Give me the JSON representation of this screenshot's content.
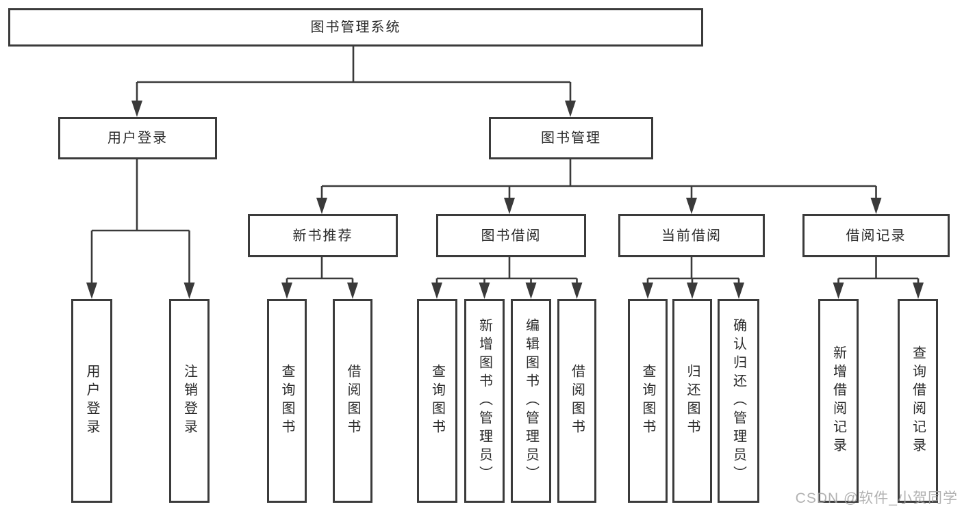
{
  "colors": {
    "line": "#3a3a3a",
    "box_border": "#3b3b3b",
    "text": "#2b2b2b",
    "background": "#ffffff",
    "watermark": "#a5a5a5"
  },
  "tree": {
    "root": "图书管理系统",
    "branches": [
      {
        "label": "用户登录",
        "children": [
          {
            "label": "用户登录"
          },
          {
            "label": "注销登录"
          }
        ]
      },
      {
        "label": "图书管理",
        "children": [
          {
            "label": "新书推荐",
            "children": [
              {
                "label": "查询图书"
              },
              {
                "label": "借阅图书"
              }
            ]
          },
          {
            "label": "图书借阅",
            "children": [
              {
                "label": "查询图书"
              },
              {
                "label": "新增图书（管理员）"
              },
              {
                "label": "编辑图书（管理员）"
              },
              {
                "label": "借阅图书"
              }
            ]
          },
          {
            "label": "当前借阅",
            "children": [
              {
                "label": "查询图书"
              },
              {
                "label": "归还图书"
              },
              {
                "label": "确认归还（管理员）"
              }
            ]
          },
          {
            "label": "借阅记录",
            "children": [
              {
                "label": "新增借阅记录"
              },
              {
                "label": "查询借阅记录"
              }
            ]
          }
        ]
      }
    ]
  },
  "watermark": {
    "text": "CSDN @软件_小贺同学"
  }
}
